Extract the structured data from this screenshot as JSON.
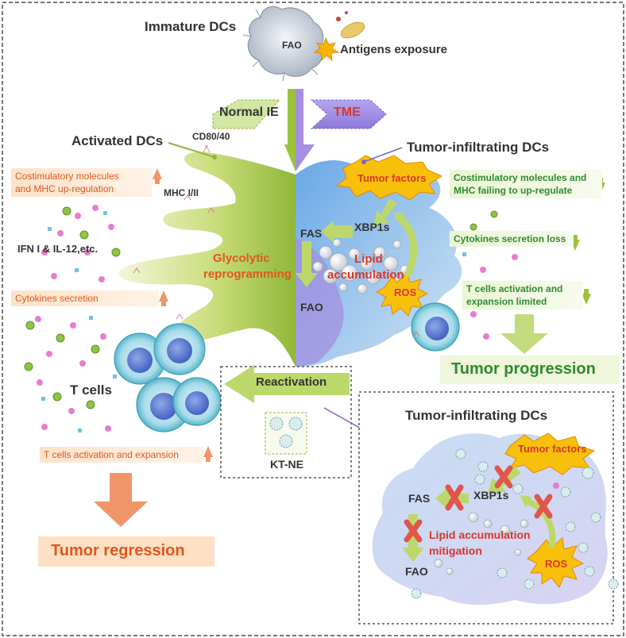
{
  "labels": {
    "immature_dcs": "Immature DCs",
    "fao_top": "FAO",
    "antigens_exposure": "Antigens exposure",
    "normal_ie": "Normal IE",
    "tme": "TME",
    "activated_dcs": "Activated DCs",
    "cd80_40": "CD80/40",
    "mhc": "MHC I/II",
    "tumor_infiltrating_dcs": "Tumor-infiltrating DCs",
    "tumor_factors": "Tumor factors",
    "ifn": "IFN I & IL-12,etc.",
    "glycolytic_1": "Glycolytic",
    "glycolytic_2": "reprogramming",
    "fas": "FAS",
    "xbp1s": "XBP1s",
    "lipid_1": "Lipid",
    "lipid_2": "accumulation",
    "fao_mid": "FAO",
    "ros": "ROS",
    "t_cells": "T cells",
    "reactivation": "Reactivation",
    "kt_ne": "KT-NE",
    "tumor_progression": "Tumor progression",
    "tumor_regression": "Tumor regression",
    "tumor_infiltrating_dcs_2": "Tumor-infiltrating DCs",
    "tumor_factors_2": "Tumor factors",
    "fas_2": "FAS",
    "xbp1s_2": "XBP1s",
    "lipid_mitigation_1": "Lipid accumulation",
    "lipid_mitigation_2": "mitigation",
    "fao_bottom": "FAO",
    "ros_2": "ROS"
  },
  "left_boxes": {
    "costim_1": "Costimulatory  molecules",
    "costim_2": "and MHC up-regulation",
    "cytokines": "Cytokines secretion",
    "t_activation": "T cells activation and expansion"
  },
  "right_boxes": {
    "costim_fail_1": "Costimulatory molecules and",
    "costim_fail_2": "MHC failing to up-regulate",
    "cytokines_loss": "Cytokines secretion loss",
    "t_limited_1": "T cells activation and",
    "t_limited_2": "expansion limited"
  },
  "colors": {
    "orange_text": "#e0561f",
    "green_text": "#2e8b2e",
    "dark_text": "#333333",
    "activated_cell": "#9cc23c",
    "tumor_cell": "#7fb4e6",
    "tme_purple": "#a48fe0",
    "arrow_green": "#bdd86a",
    "arrow_orange": "#f0956a"
  }
}
